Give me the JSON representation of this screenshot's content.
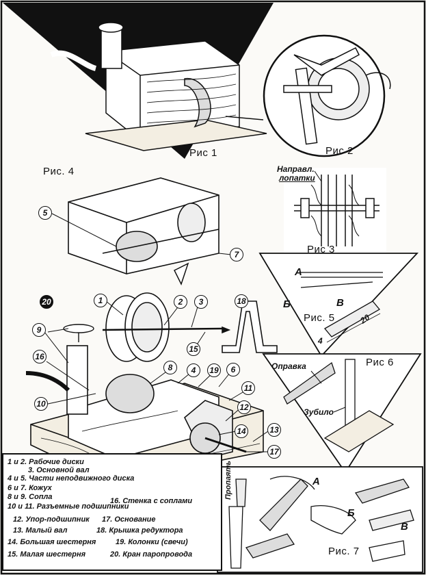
{
  "figures": {
    "fig1": "Рис  1",
    "fig2": "Рис  2",
    "fig3": "Рис  3",
    "fig4": "Рис. 4",
    "fig5": "Рис. 5",
    "fig6": "Рис  6",
    "fig7": "Рис. 7"
  },
  "callouts": {
    "c1": "1",
    "c2": "2",
    "c3": "3",
    "c4": "4",
    "c5": "5",
    "c6": "6",
    "c7": "7",
    "c8": "8",
    "c9": "9",
    "c10": "10",
    "c11": "11",
    "c12": "12",
    "c13": "13",
    "c14": "14",
    "c15": "15",
    "c16": "16",
    "c17": "17",
    "c18": "18",
    "c19": "19",
    "c20": "20"
  },
  "labels": {
    "napravl": "Направл.",
    "lopatki": "лопатки",
    "a5": "А",
    "b5": "Б",
    "v5": "В",
    "dim20": "20",
    "dim4": "4",
    "opravka": "Оправка",
    "zubilo": "Зубило",
    "propayat": "Пропаять",
    "a7": "А",
    "b7": "Б",
    "v7": "В"
  },
  "legend": [
    "1 и 2. Рабочие диски",
    "3. Основной вал",
    "4 и 5. Части неподвижного  диска",
    "6 и 7. Кожух",
    "8 и 9. Сопла",
    "16. Стенка с соплами",
    "10 и 11. Разъемные подшипники",
    "12. Упор-подшипник",
    "17. Основание",
    "13. Малый вал",
    "18. Крышка редуктора",
    "14. Большая шестерня",
    "19. Колонки (свечи)",
    "15. Малая шестерня",
    "20. Кран паропровода"
  ]
}
